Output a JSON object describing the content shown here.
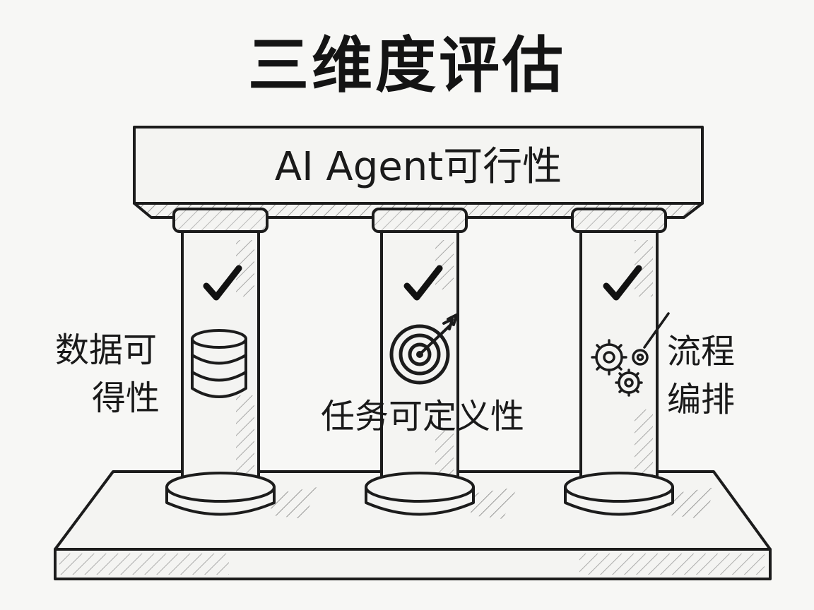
{
  "title": "三维度评估",
  "beam_label": "AI Agent可行性",
  "pillars": [
    {
      "label_lines": [
        "数据可",
        "得性"
      ],
      "icon": "database-icon",
      "check": "check-icon"
    },
    {
      "label_lines": [
        "任务可定义性"
      ],
      "icon": "target-icon",
      "check": "check-icon"
    },
    {
      "label_lines": [
        "流程",
        "编排"
      ],
      "icon": "gears-icon",
      "check": "check-icon"
    }
  ],
  "colors": {
    "ink": "#1c1c1c",
    "paper": "#f7f7f5",
    "hatch": "#6b6b6b"
  }
}
